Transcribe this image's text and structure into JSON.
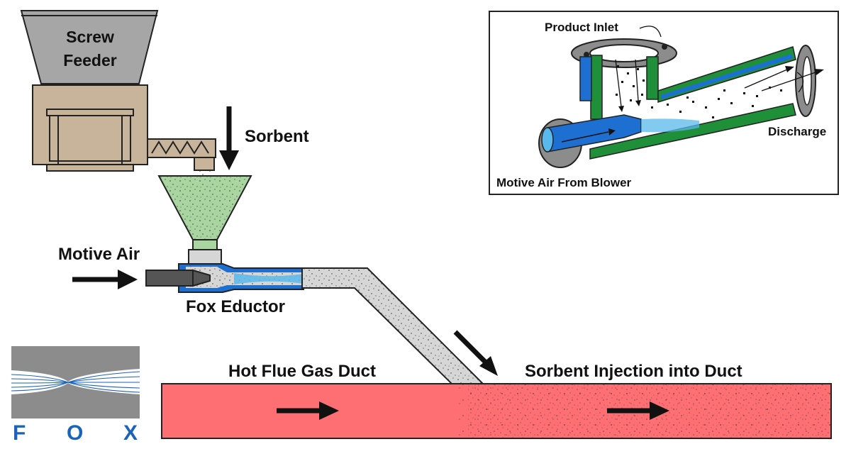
{
  "labels": {
    "screw_feeder_line1": "Screw",
    "screw_feeder_line2": "Feeder",
    "sorbent": "Sorbent",
    "motive_air": "Motive Air",
    "fox_eductor": "Fox Eductor",
    "hot_flue_gas_duct": "Hot Flue Gas Duct",
    "sorbent_injection": "Sorbent Injection into Duct"
  },
  "inset": {
    "product_inlet": "Product Inlet",
    "discharge": "Discharge",
    "motive_air_from_blower": "Motive Air From Blower"
  },
  "logo": {
    "letters": [
      "F",
      "O",
      "X"
    ]
  },
  "colors": {
    "hopper_gray": "#a6a6a6",
    "feeder_tan": "#c8b49b",
    "funnel_green": "#a8d5a0",
    "eductor_blue": "#1d6fd1",
    "eductor_blue_light": "#59b8ec",
    "pipe_gray": "#d6d6d6",
    "duct_red": "#fd6f73",
    "inset_green": "#1f8f3a",
    "logo_blue": "#1a63b8",
    "logo_gray": "#8c8c8c"
  }
}
